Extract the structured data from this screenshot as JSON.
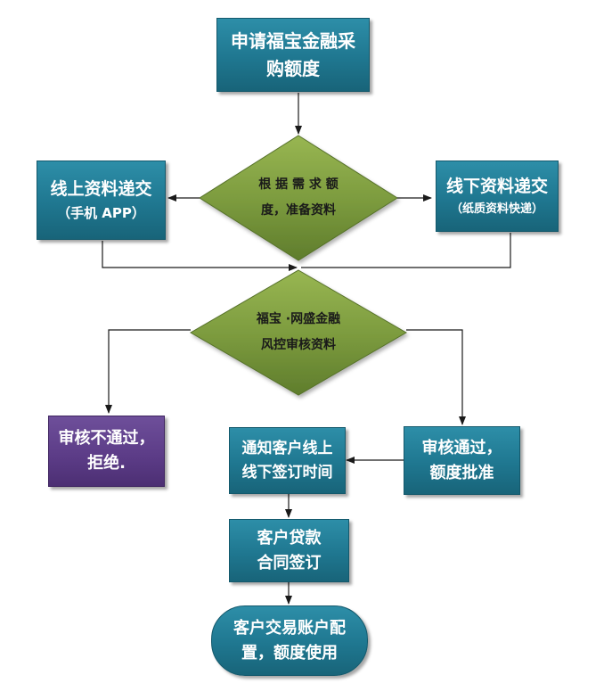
{
  "nodes": {
    "apply": {
      "line1": "申请福宝金融采",
      "line2": "购额度"
    },
    "prepare": {
      "line1": "根 据 需 求 额",
      "line2": "度，准备资料"
    },
    "online": {
      "line1": "线上资料递交",
      "line2": "（手机 APP）"
    },
    "offline": {
      "line1": "线下资料递交",
      "line2": "（纸质资料快递）"
    },
    "review": {
      "line1": "福宝 ·网盛金融",
      "line2": "风控审核资料"
    },
    "reject": {
      "line1": "审核不通过，",
      "line2": "拒绝."
    },
    "approve": {
      "line1": "审核通过，",
      "line2": "额度批准"
    },
    "notify": {
      "line1": "通知客户线上",
      "line2": "线下签订时间"
    },
    "contract": {
      "line1": "客户贷款",
      "line2": "合同签订"
    },
    "account": {
      "line1": "客户交易账户配",
      "line2": "置，额度使用"
    }
  },
  "colors": {
    "box_teal": "#1f7790",
    "box_purple": "#5b3b86",
    "diamond_green": "#7a9a3c",
    "arrow": "#1a1a1a"
  }
}
